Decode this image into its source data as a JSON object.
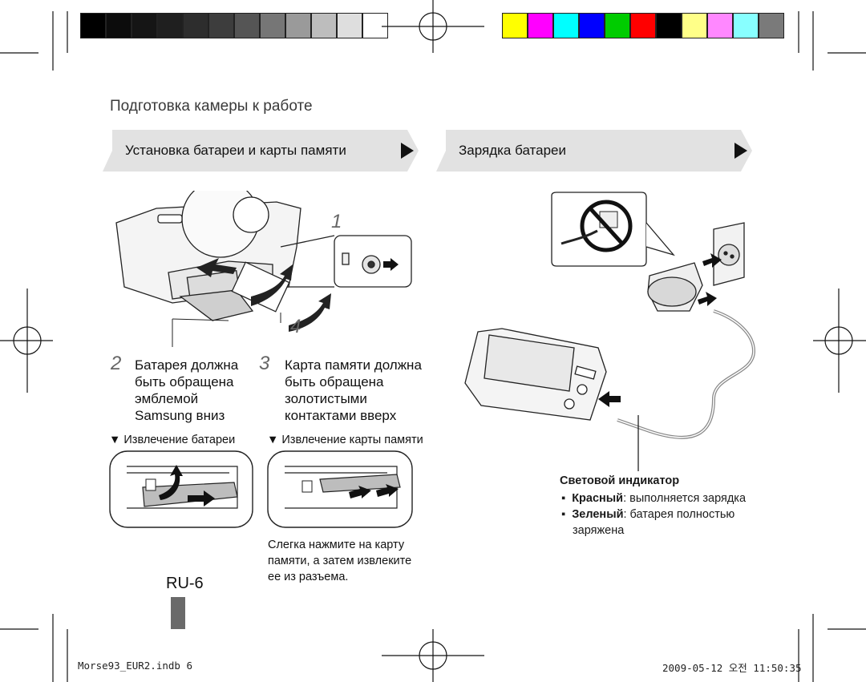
{
  "colors": {
    "grayscale_bar": [
      "#000000",
      "#0c0c0c",
      "#151515",
      "#1f1f1f",
      "#2d2d2d",
      "#3d3d3d",
      "#555555",
      "#767676",
      "#9a9a9a",
      "#bdbdbd",
      "#dedede",
      "#ffffff"
    ],
    "color_bar": [
      "#ffff00",
      "#ff00ff",
      "#00ffff",
      "#0000ff",
      "#00cc00",
      "#ff0000",
      "#000000",
      "#ffff88",
      "#ff88ff",
      "#88ffff",
      "#7a7a7a"
    ],
    "banner_fill": "#e2e2e2",
    "text": "#111111"
  },
  "header": {
    "title": "Подготовка камеры к работе"
  },
  "banners": {
    "left": "Установка батареи и карты памяти",
    "right": "Зарядка батареи"
  },
  "figure_labels": {
    "one": "1",
    "four": "4"
  },
  "steps": {
    "two": {
      "num": "2",
      "lines": [
        "Батарея должна",
        "быть обращена",
        "эмблемой",
        "Samsung вниз"
      ]
    },
    "three": {
      "num": "3",
      "lines": [
        "Карта памяти должна",
        "быть обращена",
        "золотистыми",
        "контактами вверх"
      ]
    }
  },
  "removal": {
    "battery": "▼ Извлечение батареи",
    "card": "▼ Извлечение карты памяти",
    "card_note": [
      "Слегка нажмите на карту",
      "памяти, а затем извлеките",
      "ее из разъема."
    ]
  },
  "indicator": {
    "title": "Световой индикатор",
    "items": [
      {
        "term": "Красный",
        "desc": ": выполняется зарядка"
      },
      {
        "term": "Зеленый",
        "desc": ": батарея полностью"
      }
    ],
    "continuation": "заряжена"
  },
  "page_number": "RU-6",
  "footer": {
    "file": "Morse93_EUR2.indb   6",
    "date": "2009-05-12   오전 11:50:35"
  },
  "icons": [
    "crop-mark-icon",
    "registration-target-icon",
    "no-outlet-icon",
    "play-arrow-icon",
    "camera-illustration",
    "charger-illustration",
    "wall-outlet-icon"
  ]
}
